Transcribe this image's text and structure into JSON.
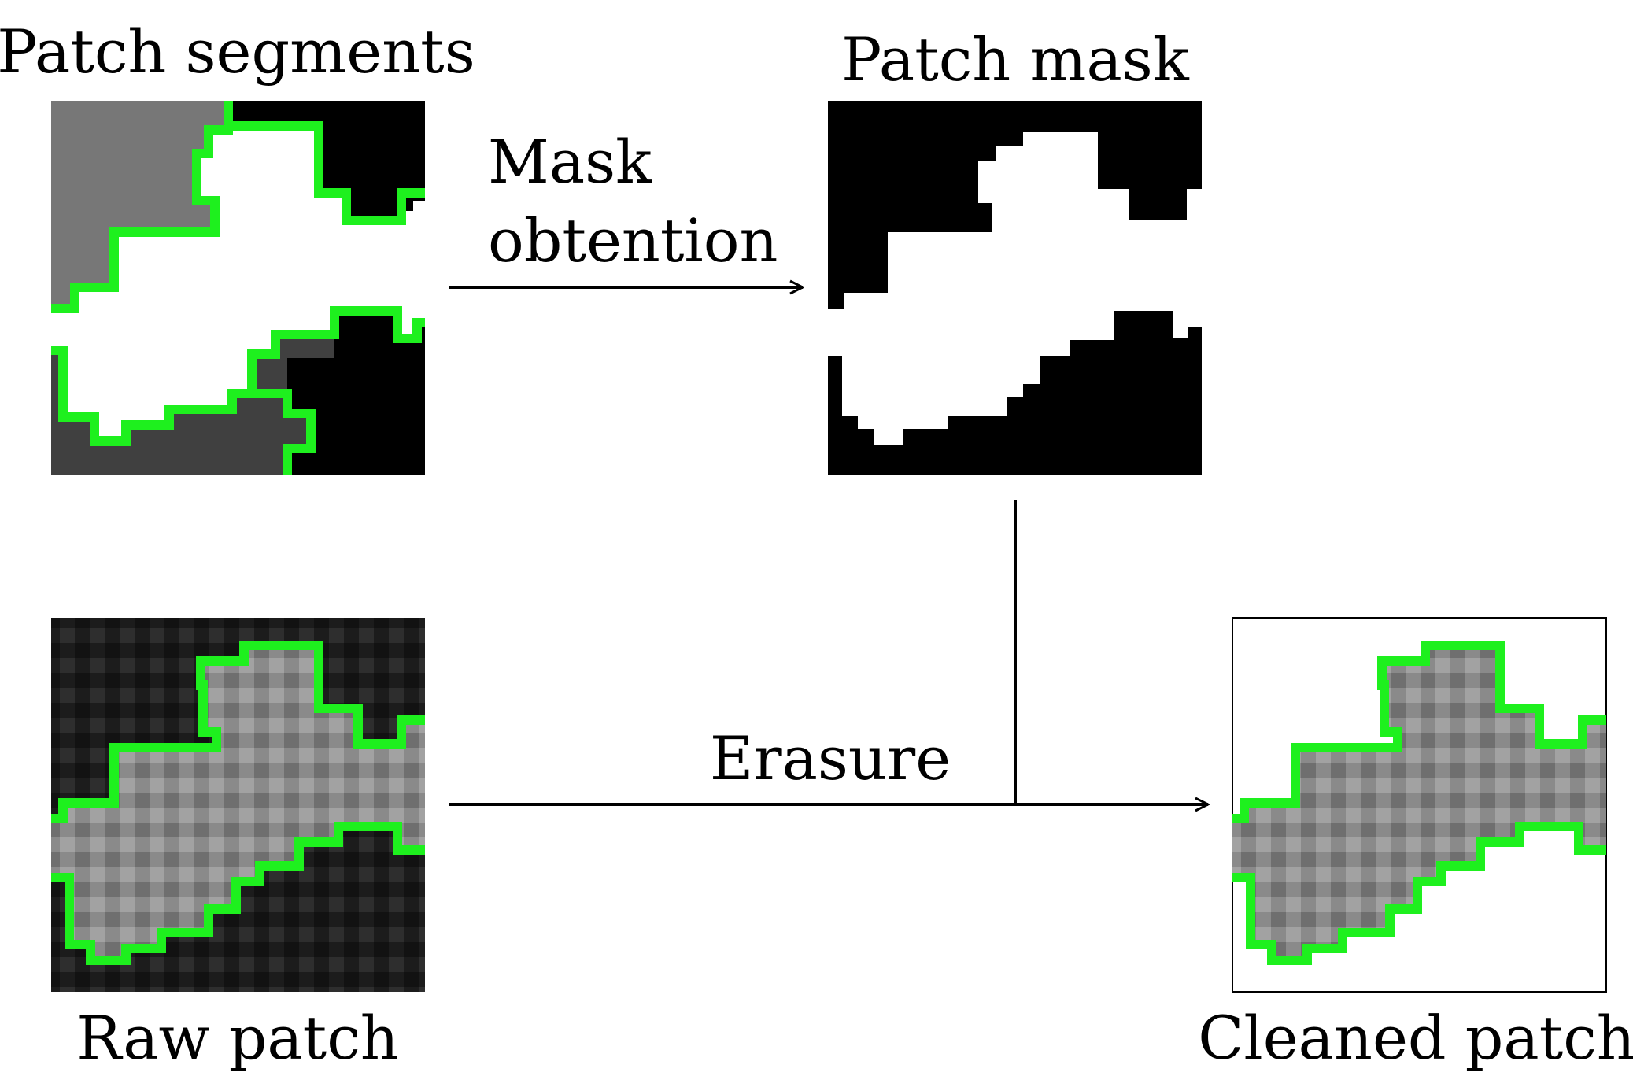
{
  "labels": {
    "patch_segments": "Patch segments",
    "patch_mask": "Patch mask",
    "mask_step_line1": "Mask",
    "mask_step_line2": "obtention",
    "erasure_step": "Erasure",
    "raw_patch": "Raw patch",
    "cleaned_patch": "Cleaned patch"
  },
  "colors": {
    "contour": "#1ef01e",
    "mask_foreground": "#ffffff",
    "mask_background": "#000000",
    "segment_light": "#777777",
    "segment_dark": "#404040",
    "arrow": "#000000"
  }
}
